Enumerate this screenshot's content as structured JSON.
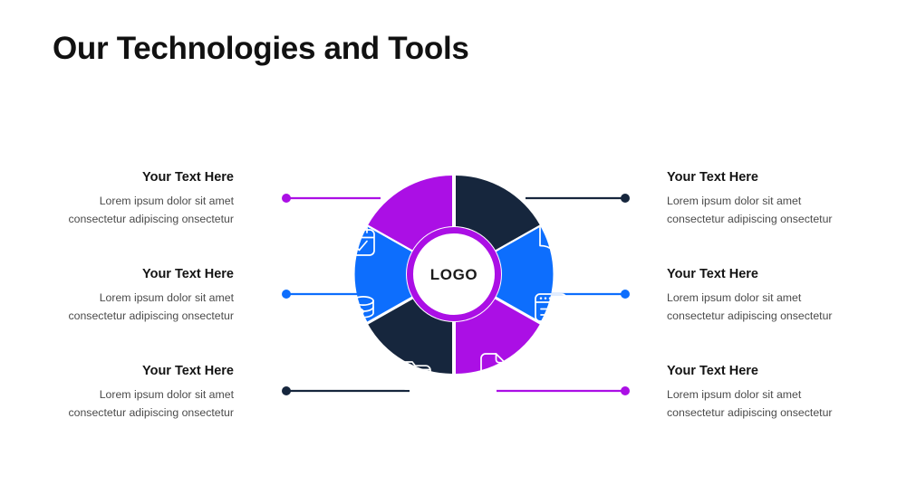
{
  "slide": {
    "title": "Our Technologies and Tools",
    "background": "#ffffff"
  },
  "center": {
    "label": "LOGO",
    "ring_color": "#ab0fe5",
    "fill": "#ffffff"
  },
  "palette": {
    "purple": "#ab0fe5",
    "blue": "#0d6efd",
    "navy": "#16263d",
    "heading": "#141414",
    "body": "#4a4a4a"
  },
  "chart_data": {
    "type": "pie",
    "title": "Our Technologies and Tools",
    "note": "Six-segment donut, each slice 60 degrees, open gap at top center; center hub labelled LOGO",
    "categories": [
      "Your Text Here",
      "Your Text Here",
      "Your Text Here",
      "Your Text Here",
      "Your Text Here",
      "Your Text Here"
    ],
    "values": [
      60,
      60,
      60,
      60,
      60,
      60
    ],
    "colors": [
      "#ab0fe5",
      "#0d6efd",
      "#16263d",
      "#16263d",
      "#0d6efd",
      "#ab0fe5"
    ],
    "icons": [
      "calendar-check-icon",
      "coins-icon",
      "folder-plus-icon",
      "book-open-icon",
      "browser-window-icon",
      "document-chart-icon"
    ],
    "legend_position": "both-sides",
    "grid": false
  },
  "segments": [
    {
      "id": "segment-top-left",
      "side": "left",
      "row": 0,
      "color": "#ab0fe5",
      "icon": "calendar-check-icon",
      "heading": "Your Text Here",
      "line1": "Lorem ipsum dolor sit amet",
      "line2": "consectetur adipiscing onsectetur"
    },
    {
      "id": "segment-middle-left",
      "side": "left",
      "row": 1,
      "color": "#0d6efd",
      "icon": "coins-icon",
      "heading": "Your Text Here",
      "line1": "Lorem ipsum dolor sit amet",
      "line2": "consectetur adipiscing onsectetur"
    },
    {
      "id": "segment-bottom-left",
      "side": "left",
      "row": 2,
      "color": "#16263d",
      "icon": "folder-plus-icon",
      "heading": "Your Text Here",
      "line1": "Lorem ipsum dolor sit amet",
      "line2": "consectetur adipiscing onsectetur"
    },
    {
      "id": "segment-top-right",
      "side": "right",
      "row": 0,
      "color": "#16263d",
      "icon": "book-open-icon",
      "heading": "Your Text Here",
      "line1": "Lorem ipsum dolor sit amet",
      "line2": "consectetur adipiscing onsectetur"
    },
    {
      "id": "segment-middle-right",
      "side": "right",
      "row": 1,
      "color": "#0d6efd",
      "icon": "browser-window-icon",
      "heading": "Your Text Here",
      "line1": "Lorem ipsum dolor sit amet",
      "line2": "consectetur adipiscing onsectetur"
    },
    {
      "id": "segment-bottom-right",
      "side": "right",
      "row": 2,
      "color": "#ab0fe5",
      "icon": "document-chart-icon",
      "heading": "Your Text Here",
      "line1": "Lorem ipsum dolor sit amet",
      "line2": "consectetur adipiscing onsectetur"
    }
  ]
}
